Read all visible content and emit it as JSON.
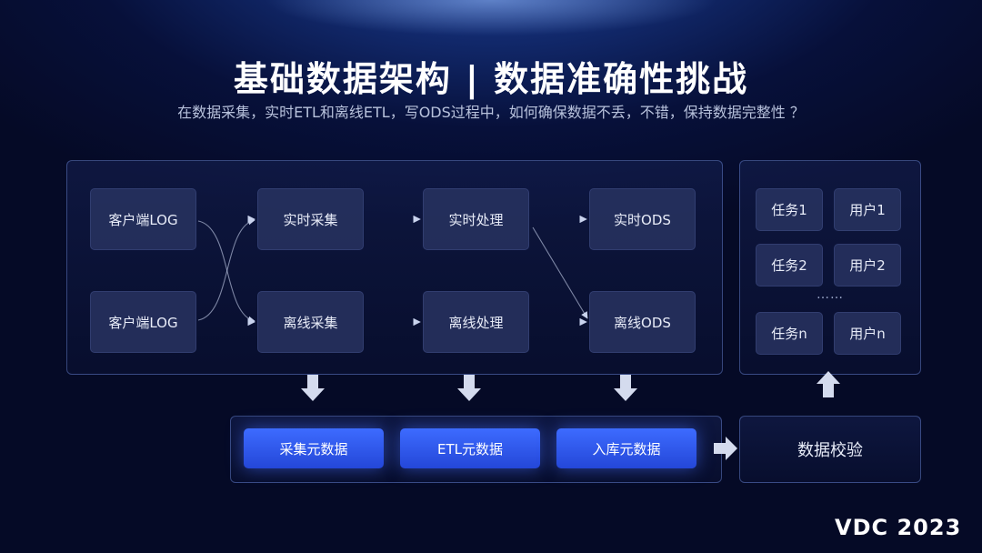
{
  "title": "基础数据架构 | 数据准确性挑战",
  "subtitle": "在数据采集，实时ETL和离线ETL，写ODS过程中，如何确保数据不丢，不错，保持数据完整性 ？",
  "pipeline": {
    "client_log_1": "客户端LOG",
    "client_log_2": "客户端LOG",
    "realtime_collect": "实时采集",
    "offline_collect": "离线采集",
    "realtime_process": "实时处理",
    "offline_process": "离线处理",
    "realtime_ods": "实时ODS",
    "offline_ods": "离线ODS"
  },
  "metadata": {
    "collect_meta": "采集元数据",
    "etl_meta": "ETL元数据",
    "storage_meta": "入库元数据"
  },
  "tasks": {
    "task_1": "任务1",
    "user_1": "用户1",
    "task_2": "任务2",
    "user_2": "用户2",
    "ellipsis": "……",
    "task_n": "任务n",
    "user_n": "用户n"
  },
  "data_check": "数据校验",
  "brand": "VDC 2023",
  "colors": {
    "accent": "#3d6bff",
    "background": "#07103a"
  }
}
